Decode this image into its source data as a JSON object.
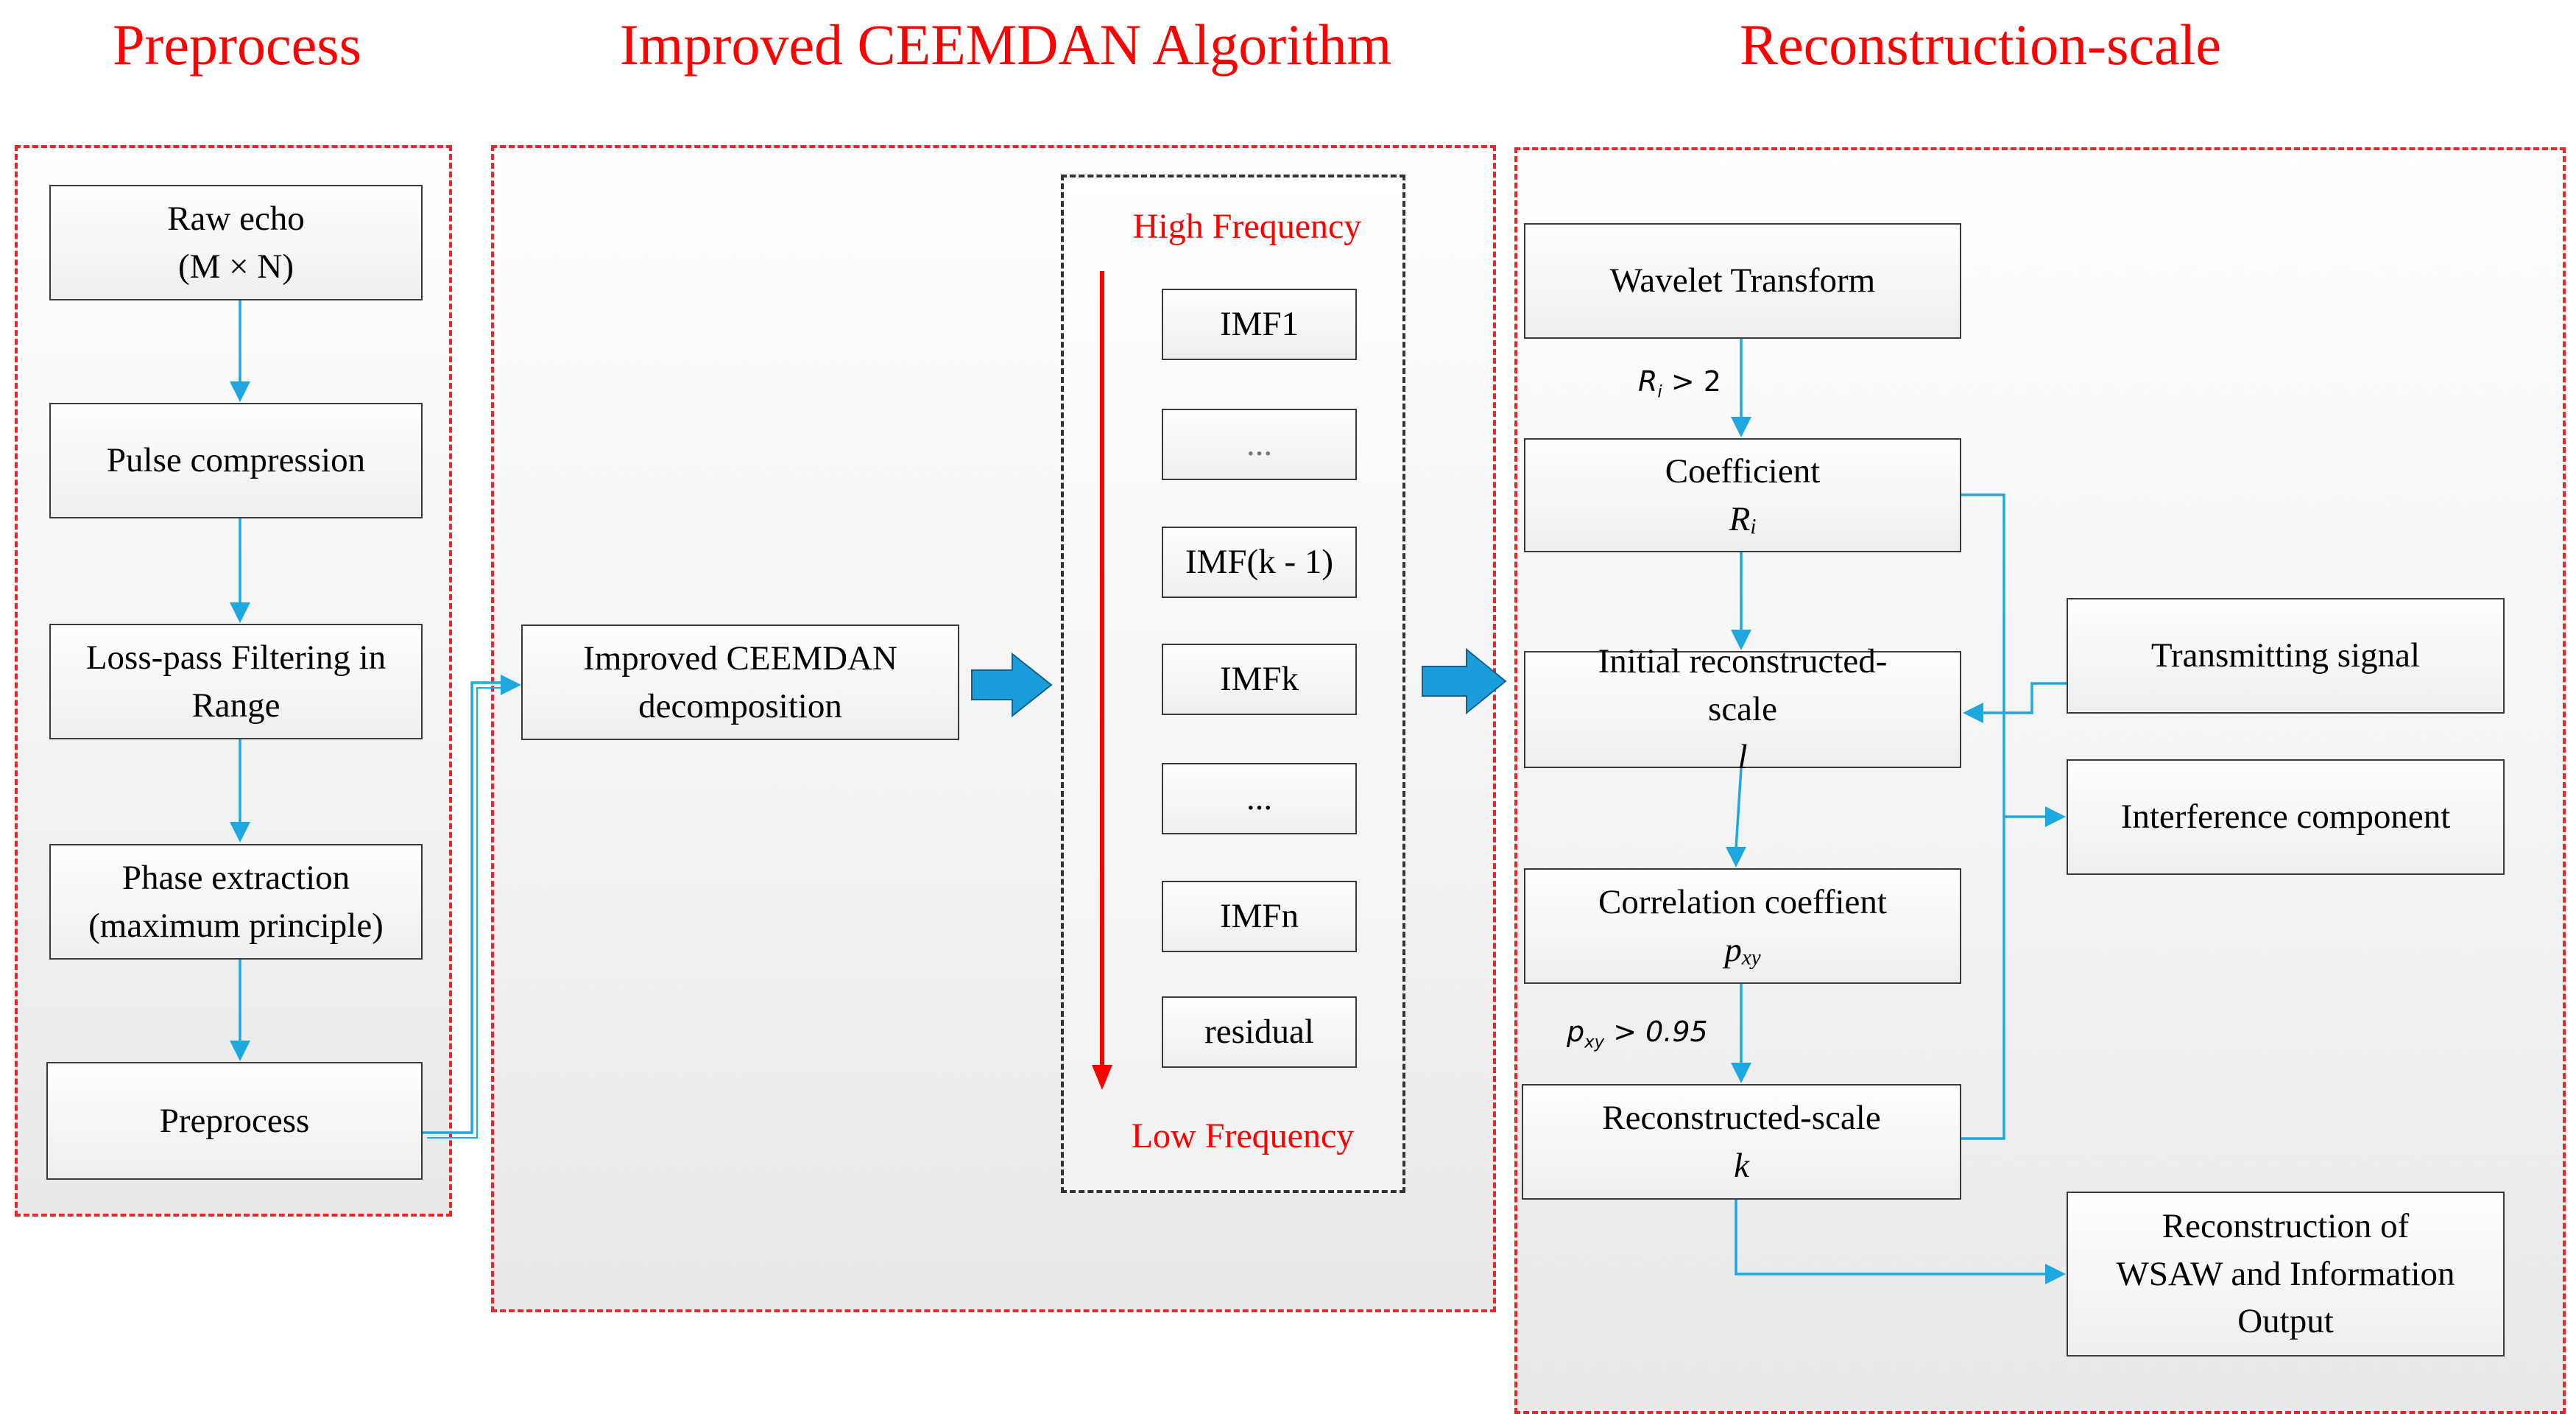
{
  "titles": {
    "preprocess": "Preprocess",
    "ceemdan": "Improved CEEMDAN Algorithm",
    "reconstruction": "Reconstruction-scale"
  },
  "preprocess_steps": {
    "raw_echo_1": "Raw echo",
    "raw_echo_2": "(M × N)",
    "pulse": "Pulse compression",
    "filter_1": "Loss-pass Filtering in",
    "filter_2": "Range",
    "phase_1": "Phase extraction",
    "phase_2": "(maximum principle)",
    "preprocess": "Preprocess"
  },
  "ceemdan": {
    "decomp_1": "Improved CEEMDAN",
    "decomp_2": "decomposition",
    "high_freq": "High Frequency",
    "low_freq": "Low Frequency",
    "imfs": [
      "IMF1",
      "...",
      "IMF(k - 1)",
      "IMFk",
      "...",
      "IMFn",
      "residual"
    ]
  },
  "reconstruction": {
    "wavelet": "Wavelet Transform",
    "coef_label": "Coefficient",
    "coef_var": "R",
    "coef_sub": "i",
    "init_1": "Initial reconstructed-",
    "init_2": "scale",
    "init_var": "l",
    "corr_label": "Correlation coeffient",
    "corr_var": "p",
    "corr_sub": "xy",
    "recon_label": "Reconstructed-scale",
    "recon_var": "k",
    "transmit": "Transmitting signal",
    "interference": "Interference component",
    "output_1": "Reconstruction of",
    "output_2": "WSAW and Information",
    "output_3": "Output",
    "cond_ri_var": "R",
    "cond_ri_sub": "i",
    "cond_ri_rest": " > 2",
    "cond_pxy_var": "p",
    "cond_pxy_sub": "xy",
    "cond_pxy_rest": " > 0.95"
  },
  "colors": {
    "panel_border": "#e8262b",
    "title": "#ff0000",
    "connector": "#1fa7e0",
    "big_arrow": "#1b9ddb",
    "freq_arrow": "#ff0000"
  }
}
